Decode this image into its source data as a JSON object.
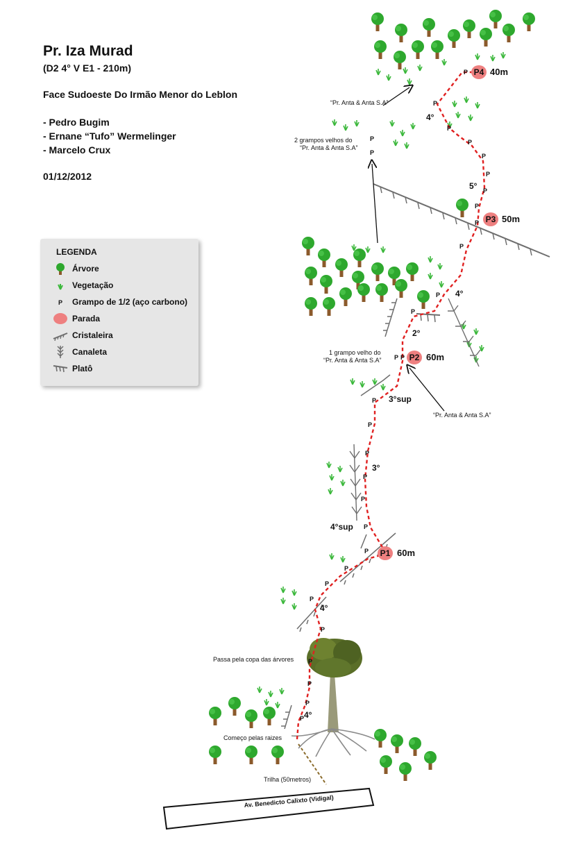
{
  "header": {
    "title": "Pr. Iza Murad",
    "subtitle": "(D2 4° V E1 - 210m)",
    "face": "Face Sudoeste Do Irmão Menor do Leblon",
    "climbers": [
      "- Pedro Bugim",
      "- Ernane “Tufo” Wermelinger",
      "- Marcelo Crux"
    ],
    "date": "01/12/2012"
  },
  "legend": {
    "title": "LEGENDA",
    "items": [
      {
        "symbol": "tree-icon",
        "label": "Árvore"
      },
      {
        "symbol": "vegetation-icon",
        "label": "Vegetação"
      },
      {
        "symbol": "bolt-p-icon",
        "label": "Grampo de 1/2 (aço carbono)"
      },
      {
        "symbol": "belay-station-icon",
        "label": "Parada"
      },
      {
        "symbol": "ridge-icon",
        "label": "Cristaleira"
      },
      {
        "symbol": "gully-icon",
        "label": "Canaleta"
      },
      {
        "symbol": "ledge-icon",
        "label": "Platô"
      }
    ]
  },
  "stations": [
    {
      "label": "P1",
      "length": "60m"
    },
    {
      "label": "P2",
      "length": "60m"
    },
    {
      "label": "P3",
      "length": "50m"
    },
    {
      "label": "P4",
      "length": "40m"
    }
  ],
  "grades": [
    "4°",
    "4°",
    "4°sup",
    "3°",
    "3°sup",
    "2°",
    "4°",
    "5°",
    "4°"
  ],
  "bolt_letter": "P",
  "annotations": {
    "old_bolts_top_1": "2 grampos velhos do",
    "old_bolts_top_2": "“Pr. Anta & Anta S.A”",
    "anta_top": "“Pr. Anta & Anta S.A”",
    "old_bolt_mid_1": "1 grampo velho do",
    "old_bolt_mid_2": "“Pr. Anta & Anta S.A”",
    "anta_mid": "“Pr. Anta & Anta S.A”",
    "canopy": "Passa pela copa das árvores",
    "roots": "Começo pelas raizes",
    "trail": "Trilha (50metros)",
    "road": "Av. Benedicto Calixto (Vidigal)"
  },
  "colors": {
    "route": "#e02020",
    "trail": "#8a6a2a",
    "tree_foliage": "#2ea82e",
    "tree_trunk": "#8b5a2b",
    "vegetation": "#3cb83c",
    "station_fill": "#ee8080",
    "terrain_gray": "#6e6e6e",
    "legend_bg": "#e6e6e6"
  }
}
